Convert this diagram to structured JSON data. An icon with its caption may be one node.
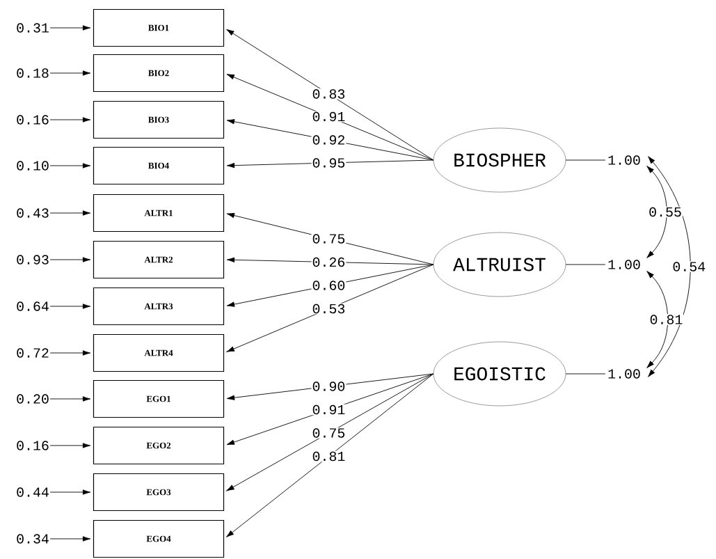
{
  "diagram": {
    "nodes": [
      {
        "text": [
          "0.31"
        ]
      },
      {
        "text": [
          "0.18"
        ]
      },
      {
        "text": [
          "0.16"
        ]
      },
      {
        "text": [
          "0.10"
        ]
      },
      {
        "text": [
          "0.43"
        ]
      },
      {
        "text": [
          "0.93"
        ]
      },
      {
        "text": [
          "0.64"
        ]
      },
      {
        "text": [
          "0.72"
        ]
      },
      {
        "text": [
          "0.20"
        ]
      },
      {
        "text": [
          "0.16"
        ]
      },
      {
        "text": [
          "0.44"
        ]
      },
      {
        "text": [
          "0.34"
        ]
      },
      {
        "text": [
          "BIO1"
        ]
      },
      {
        "text": [
          "BIO2"
        ]
      },
      {
        "text": [
          "BIO3"
        ]
      },
      {
        "text": [
          "BIO4"
        ]
      },
      {
        "text": [
          "ALTR1"
        ]
      },
      {
        "text": [
          "ALTR2"
        ]
      },
      {
        "text": [
          "ALTR3"
        ]
      },
      {
        "text": [
          "ALTR4"
        ]
      },
      {
        "text": [
          "EGO1"
        ]
      },
      {
        "text": [
          "EGO2"
        ]
      },
      {
        "text": [
          "EGO3"
        ]
      },
      {
        "text": [
          "EGO4"
        ]
      },
      {
        "text": [
          "BIOSPHER"
        ]
      },
      {
        "text": [
          "ALTRUIST"
        ]
      },
      {
        "text": [
          "EGOISTIC"
        ]
      },
      {
        "text": [
          "1.00"
        ]
      },
      {
        "text": [
          "1.00"
        ]
      },
      {
        "text": [
          "1.00"
        ]
      }
    ],
    "edges": [
      {
        "from": 0,
        "to": 12,
        "arrow": "to"
      },
      {
        "from": 1,
        "to": 13,
        "arrow": "to"
      },
      {
        "from": 2,
        "to": 14,
        "arrow": "to"
      },
      {
        "from": 3,
        "to": 15,
        "arrow": "to"
      },
      {
        "from": 4,
        "to": 16,
        "arrow": "to"
      },
      {
        "from": 5,
        "to": 17,
        "arrow": "to"
      },
      {
        "from": 6,
        "to": 18,
        "arrow": "to"
      },
      {
        "from": 7,
        "to": 19,
        "arrow": "to"
      },
      {
        "from": 8,
        "to": 20,
        "arrow": "to"
      },
      {
        "from": 9,
        "to": 21,
        "arrow": "to"
      },
      {
        "from": 10,
        "to": 22,
        "arrow": "to"
      },
      {
        "from": 11,
        "to": 23,
        "arrow": "to"
      },
      {
        "from": 24,
        "to": 12,
        "arrow": "to",
        "label": "0.83"
      },
      {
        "from": 24,
        "to": 13,
        "arrow": "to",
        "label": "0.91"
      },
      {
        "from": 24,
        "to": 14,
        "arrow": "to",
        "label": "0.92"
      },
      {
        "from": 24,
        "to": 15,
        "arrow": "to",
        "label": "0.95"
      },
      {
        "from": 25,
        "to": 16,
        "arrow": "to",
        "label": "0.75"
      },
      {
        "from": 25,
        "to": 17,
        "arrow": "to",
        "label": "0.26"
      },
      {
        "from": 25,
        "to": 18,
        "arrow": "to",
        "label": "0.60"
      },
      {
        "from": 25,
        "to": 19,
        "arrow": "to",
        "label": "0.53"
      },
      {
        "from": 26,
        "to": 20,
        "arrow": "to",
        "label": "0.90"
      },
      {
        "from": 26,
        "to": 21,
        "arrow": "to",
        "label": "0.91"
      },
      {
        "from": 26,
        "to": 22,
        "arrow": "to",
        "label": "0.75"
      },
      {
        "from": 26,
        "to": 23,
        "arrow": "to",
        "label": "0.81"
      },
      {
        "from": 24,
        "to": 27,
        "arrow": "none"
      },
      {
        "from": 25,
        "to": 28,
        "arrow": "none"
      },
      {
        "from": 26,
        "to": 29,
        "arrow": "none"
      },
      {
        "from": 27,
        "to": 28,
        "arrow": "both",
        "label": "0.55"
      },
      {
        "from": 28,
        "to": 29,
        "arrow": "both",
        "label": "0.81"
      },
      {
        "from": 27,
        "to": 29,
        "arrow": "both",
        "label": "0.54"
      }
    ]
  }
}
